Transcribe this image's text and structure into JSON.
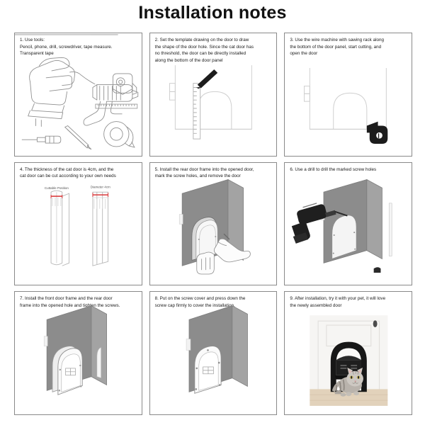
{
  "document": {
    "title": "Installation notes"
  },
  "steps": [
    {
      "id": "step-1",
      "number": "1",
      "text": "1. Use tools:\nPencil, phone, drill, screwdriver, tape measure.\nTransparent tape",
      "figure": "tools-line-drawing",
      "figure_items": [
        "jigsaw",
        "glue-gun",
        "tape-measure",
        "ruler",
        "screwdriver",
        "pencil",
        "tape-roll"
      ]
    },
    {
      "id": "step-2",
      "number": "2",
      "text": "2. Set the template drawing on the door to draw\nthe shape of the door hole. Since the cat door has\nno threshold, the door can be directly installed\nalong the bottom of the door panel",
      "figure": "door-with-ruler-and-pencil",
      "figure_items": [
        "door-panel",
        "hinges",
        "vertical-ruler",
        "pencil",
        "arch-outline"
      ]
    },
    {
      "id": "step-3",
      "number": "3",
      "text": "3. Use the wire machine with sawing rack along\nthe bottom of the door panel, start cutting, and\nopen the door",
      "figure": "door-with-jigsaw",
      "figure_items": [
        "door-panel",
        "hinges",
        "arch-outline",
        "jigsaw-tool"
      ]
    },
    {
      "id": "step-4",
      "number": "4",
      "text": "4. The thickness of the cat door is 4cm, and the\ncat door can be cut according to your own needs",
      "figure": "frame-thickness-detail",
      "labels": [
        "Cuttable Position",
        "Diameter 4cm"
      ]
    },
    {
      "id": "step-5",
      "number": "5",
      "text": "5. Install the rear door frame into the opened door,\nmark the screw holes, and remove the door",
      "figure": "panel-with-hands-marking",
      "figure_items": [
        "gray-panel",
        "arch-frame",
        "hand-with-pencil",
        "hand-holding-frame"
      ]
    },
    {
      "id": "step-6",
      "number": "6",
      "text": "6. Use a drill to drill the marked screw holes",
      "figure": "panel-with-drill",
      "figure_items": [
        "gray-panel",
        "arch-opening",
        "cordless-drill",
        "screw-holes"
      ]
    },
    {
      "id": "step-7",
      "number": "7",
      "text": "7. Install the front door frame and the rear door\nframe into the opened hole and tighten the screws.",
      "figure": "panel-with-two-frames",
      "figure_items": [
        "gray-panel",
        "front-frame",
        "rear-frame",
        "flap-window"
      ]
    },
    {
      "id": "step-8",
      "number": "8",
      "text": "8. Put on the screw cover and press down the\nscrew cap firmly to cover the installation.",
      "figure": "panel-with-screw-covers",
      "figure_items": [
        "gray-panel",
        "installed-frame",
        "screw-caps",
        "flap-window"
      ]
    },
    {
      "id": "step-9",
      "number": "9",
      "text": "9. After installation, try it with your pet, it will love\nthe newly assembled door",
      "figure": "photo-cat-through-door",
      "figure_items": [
        "white-door",
        "black-arched-pet-door",
        "tabby-cat",
        "wood-floor"
      ]
    }
  ],
  "colors": {
    "border": "#8a8a8a",
    "panel_gray": "#8c8c8c",
    "panel_gray_side": "#a5a5a5",
    "line": "#9a9a9a",
    "dark_tool": "#1a1a1a",
    "text": "#1a1a1a",
    "accent_red": "#d8383a"
  }
}
